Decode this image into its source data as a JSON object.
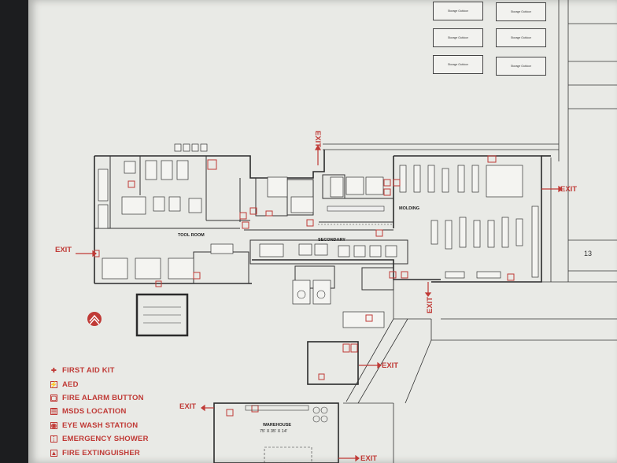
{
  "legend": {
    "items": [
      {
        "label": "FIRST AID KIT",
        "icon": "first-aid-cross-icon"
      },
      {
        "label": "AED",
        "icon": "aed-icon"
      },
      {
        "label": "FIRE ALARM BUTTON",
        "icon": "fire-alarm-icon"
      },
      {
        "label": "MSDS LOCATION",
        "icon": "msds-icon"
      },
      {
        "label": "EYE WASH STATION",
        "icon": "eye-wash-icon"
      },
      {
        "label": "EMERGENCY SHOWER",
        "icon": "shower-icon"
      },
      {
        "label": "FIRE EXTINGUISHER",
        "icon": "extinguisher-icon"
      }
    ]
  },
  "exits": {
    "label": "EXIT"
  },
  "rooms": {
    "tool_room": "TOOL ROOM",
    "secondary": "SECONDARY",
    "molding": "MOLDING",
    "warehouse": "WAREHOUSE",
    "warehouse_dims": "75' X 35' X 14'"
  },
  "lot_number": "13",
  "storage_label": "Storage Outdoor",
  "colors": {
    "accent": "#c03a36",
    "line": "#2b2b2b",
    "paper": "#e9eae6"
  }
}
